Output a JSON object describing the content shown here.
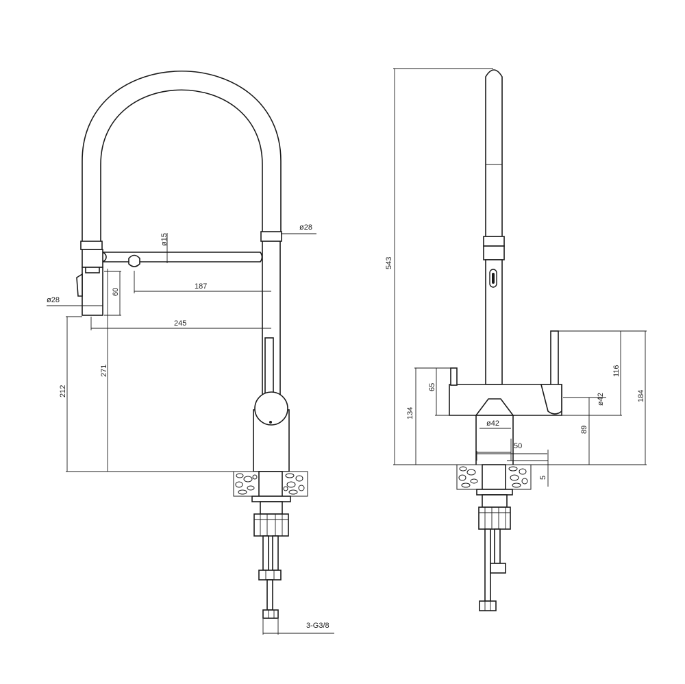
{
  "front_view": {
    "dims": {
      "hose_dia": "ø28",
      "spray_dia": "ø15",
      "handle_dia": "ø28",
      "spout_reach": "187",
      "handle_drop": "60",
      "total_reach": "245",
      "height_total": "271",
      "height_spout": "212",
      "connection": "3-G3/8"
    }
  },
  "side_view": {
    "dims": {
      "total_height": "543",
      "lever_height": "116",
      "body_height": "184",
      "side_lever": "65",
      "body_base": "134",
      "knob_dia": "ø42",
      "base_dia": "ø42",
      "knob_height": "89",
      "shank_width": "50",
      "counter_thickness": "5"
    }
  }
}
